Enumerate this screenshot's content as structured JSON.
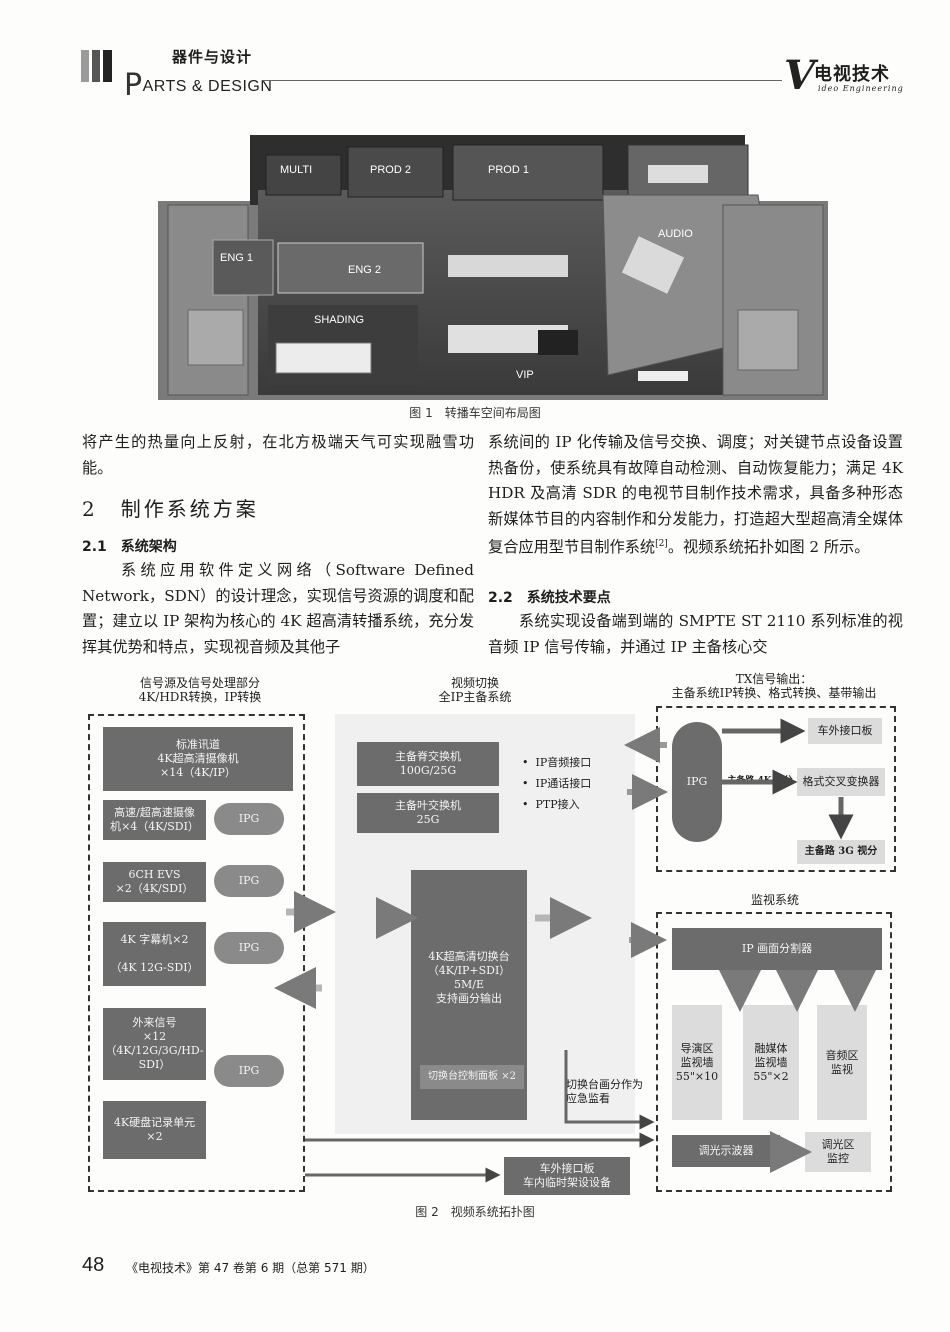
{
  "header": {
    "section_cn": "器件与设计",
    "section_en_cap": "P",
    "section_en_rest": "ARTS & DESIGN",
    "logo_mark": "V",
    "logo_cn": "电视技术",
    "logo_en": "ideo Engineering"
  },
  "figure1": {
    "labels": [
      "MULTI",
      "PROD 2",
      "PROD 1",
      "AUDIO",
      "ENG 1",
      "ENG 2",
      "SHADING",
      "VIP"
    ],
    "caption": "图 1　转播车空间布局图"
  },
  "left_column": {
    "p1": "将产生的热量向上反射，在北方极端天气可实现融雪功能。",
    "h2": "2　制作系统方案",
    "h3": "2.1　系统架构",
    "p2": "　　系统应用软件定义网络（Software Defined Network，SDN）的设计理念，实现信号资源的调度和配置；建立以 IP 架构为核心的 4K 超高清转播系统，充分发挥其优势和特点，实现视音频及其他子"
  },
  "right_column": {
    "p1": "系统间的 IP 化传输及信号交换、调度；对关键节点设备设置热备份，使系统具有故障自动检测、自动恢复能力；满足 4K HDR 及高清 SDR 的电视节目制作技术需求，具备多种形态新媒体节目的内容制作和分发能力，打造超大型超高清全媒体复合应用型节目制作系统",
    "p1_ref": "[2]",
    "p1_end": "。视频系统拓扑如图 2 所示。",
    "h3": "2.2　系统技术要点",
    "p2": "　　系统实现设备端到端的 SMPTE ST 2110 系列标准的视音频 IP 信号传输，并通过 IP 主备核心交"
  },
  "figure2": {
    "left_title": "信号源及信号处理部分\n4K/HDR转换，IP转换",
    "mid_title": "视频切换\n全IP主备系统",
    "right_title": "TX信号输出：\n主备系统IP转换、格式转换、基带输出",
    "monitor_title": "监视系统",
    "sources": [
      "标准讯道\n4K超高清摄像机\n×14（4K/IP）",
      "高速/超高速摄像\n机×4（4K/SDI）",
      "6CH EVS\n×2（4K/SDI）",
      "4K 字幕机×2\n\n（4K 12G-SDI）",
      "外来信号\n×12\n（4K/12G/3G/HD-\nSDI）",
      "4K硬盘记录单元\n×2"
    ],
    "ipg": "IPG",
    "spine": "主备脊交换机\n100G/25G",
    "leaf": "主备叶交换机\n25G",
    "bullets": [
      "IP音频接口",
      "IP通话接口",
      "PTP接入"
    ],
    "switcher": "4K超高清切换台\n（4K/IP+SDI）\n5M/E\n支持画分输出",
    "panel": "切换台控制面板 ×2",
    "tx_ipg": "IPG",
    "tx_outside": "车外接口板",
    "tx_main4k": "主备路 4K 视分",
    "tx_convert": "格式交叉变换器",
    "tx_main3g": "主备路 3G 视分",
    "mv": "IP 画面分割器",
    "walls": [
      "导演区\n监视墙\n55\"×10",
      "融媒体\n监视墙\n55\"×2",
      "音频区\n监视"
    ],
    "waveform": "调光示波器",
    "shading_mon": "调光区\n监控",
    "emergency": "切换台画分作为\n应急监看",
    "bottom_box": "车外接口板\n车内临时架设设备",
    "caption": "图 2　视频系统拓扑图"
  },
  "footer": {
    "page": "48",
    "journal": "《电视技术》第 47 卷第 6 期（总第 571 期）"
  }
}
